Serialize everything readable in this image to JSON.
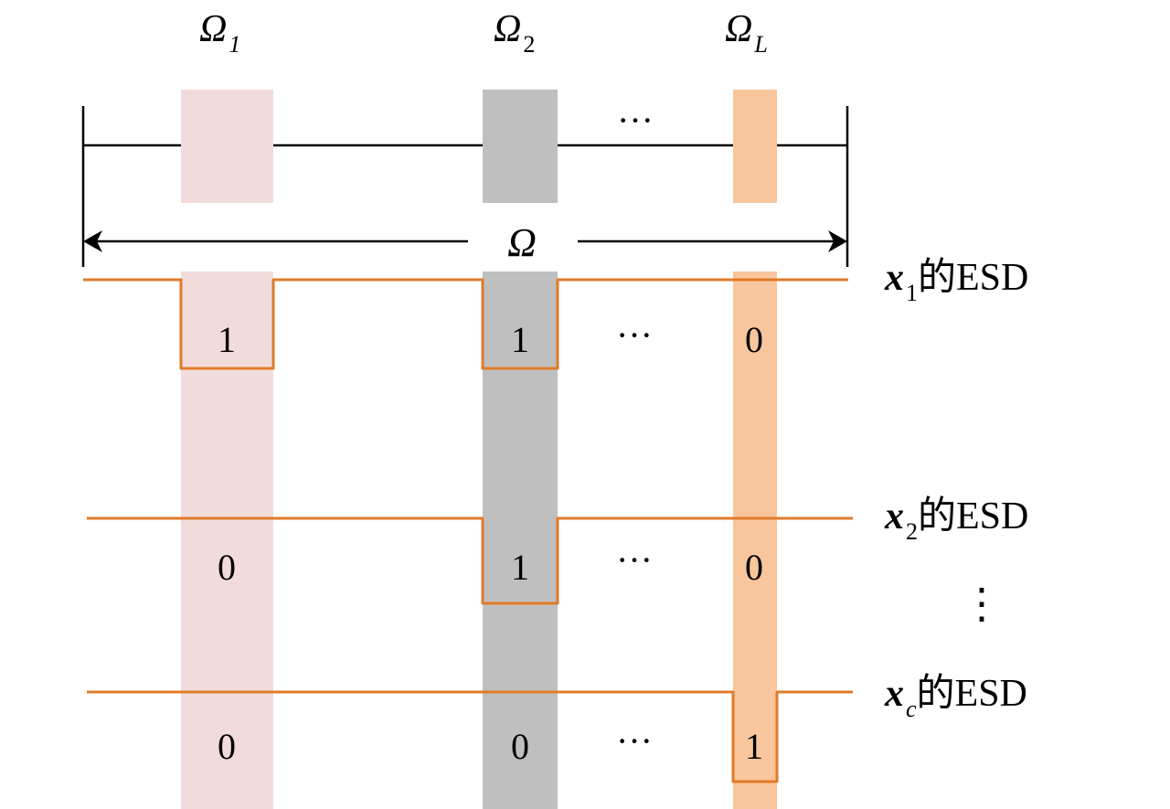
{
  "bands": [
    {
      "id": "omega1",
      "label": "Ω",
      "sub": "1",
      "color": "#f2dcdb"
    },
    {
      "id": "omega2",
      "label": "Ω",
      "sub": "2",
      "color": "#bfbfbf"
    },
    {
      "id": "omegaL",
      "label": "Ω",
      "sub": "L",
      "color": "#f8c59c"
    }
  ],
  "ellipsis_h": "···",
  "ellipsis_v": "⋮",
  "span_label": "Ω",
  "signal_color": "#e07b2a",
  "rows": [
    {
      "label_var": "x",
      "label_sub": "1",
      "label_suffix": "的ESD",
      "values": [
        "1",
        "1",
        "0"
      ]
    },
    {
      "label_var": "x",
      "label_sub": "2",
      "label_suffix": "的ESD",
      "values": [
        "0",
        "1",
        "0"
      ]
    },
    {
      "label_var": "x",
      "label_sub": "c",
      "label_suffix": "的ESD",
      "values": [
        "0",
        "0",
        "1"
      ]
    }
  ]
}
